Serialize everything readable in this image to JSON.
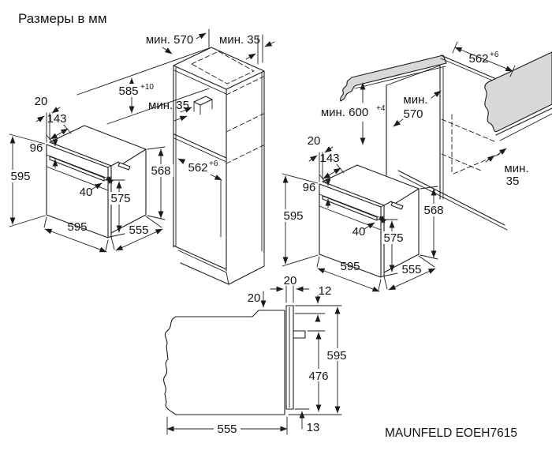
{
  "title": "Размеры в мм",
  "model": "MAUNFELD EOEH7615",
  "colors": {
    "line": "#1c1c1c",
    "shade": "#d8d8d8"
  },
  "left_oven": {
    "door_offset": "20",
    "control_depth": "143",
    "panel_height": "96",
    "height": "595",
    "handle_depth": "40",
    "door_height": "575",
    "width": "595",
    "depth": "555",
    "side_height": "568"
  },
  "right_oven": {
    "door_offset": "20",
    "control_depth": "143",
    "panel_height": "96",
    "height": "595",
    "handle_depth": "40",
    "door_height": "575",
    "width": "595",
    "depth": "555",
    "side_height": "568"
  },
  "tall_cabinet": {
    "top_depth": "мин. 570",
    "top_gap": "мин. 35",
    "niche_height": "585",
    "niche_height_tol": "+10",
    "rear_gap": "мин. 35",
    "niche_width": "562",
    "niche_width_tol": "+6"
  },
  "base_cabinet": {
    "niche_width": "562",
    "niche_width_tol": "+6",
    "min_height": "мин. 600",
    "min_height_tol": "+4",
    "depth_word": "мин.",
    "depth_value": "570",
    "rear_word": "мин.",
    "rear_value": "35"
  },
  "section": {
    "door_thickness": "20",
    "top_clearance": "20",
    "door_top_offset": "12",
    "height": "595",
    "hinge_span": "476",
    "bottom_gap": "13",
    "depth": "555"
  }
}
